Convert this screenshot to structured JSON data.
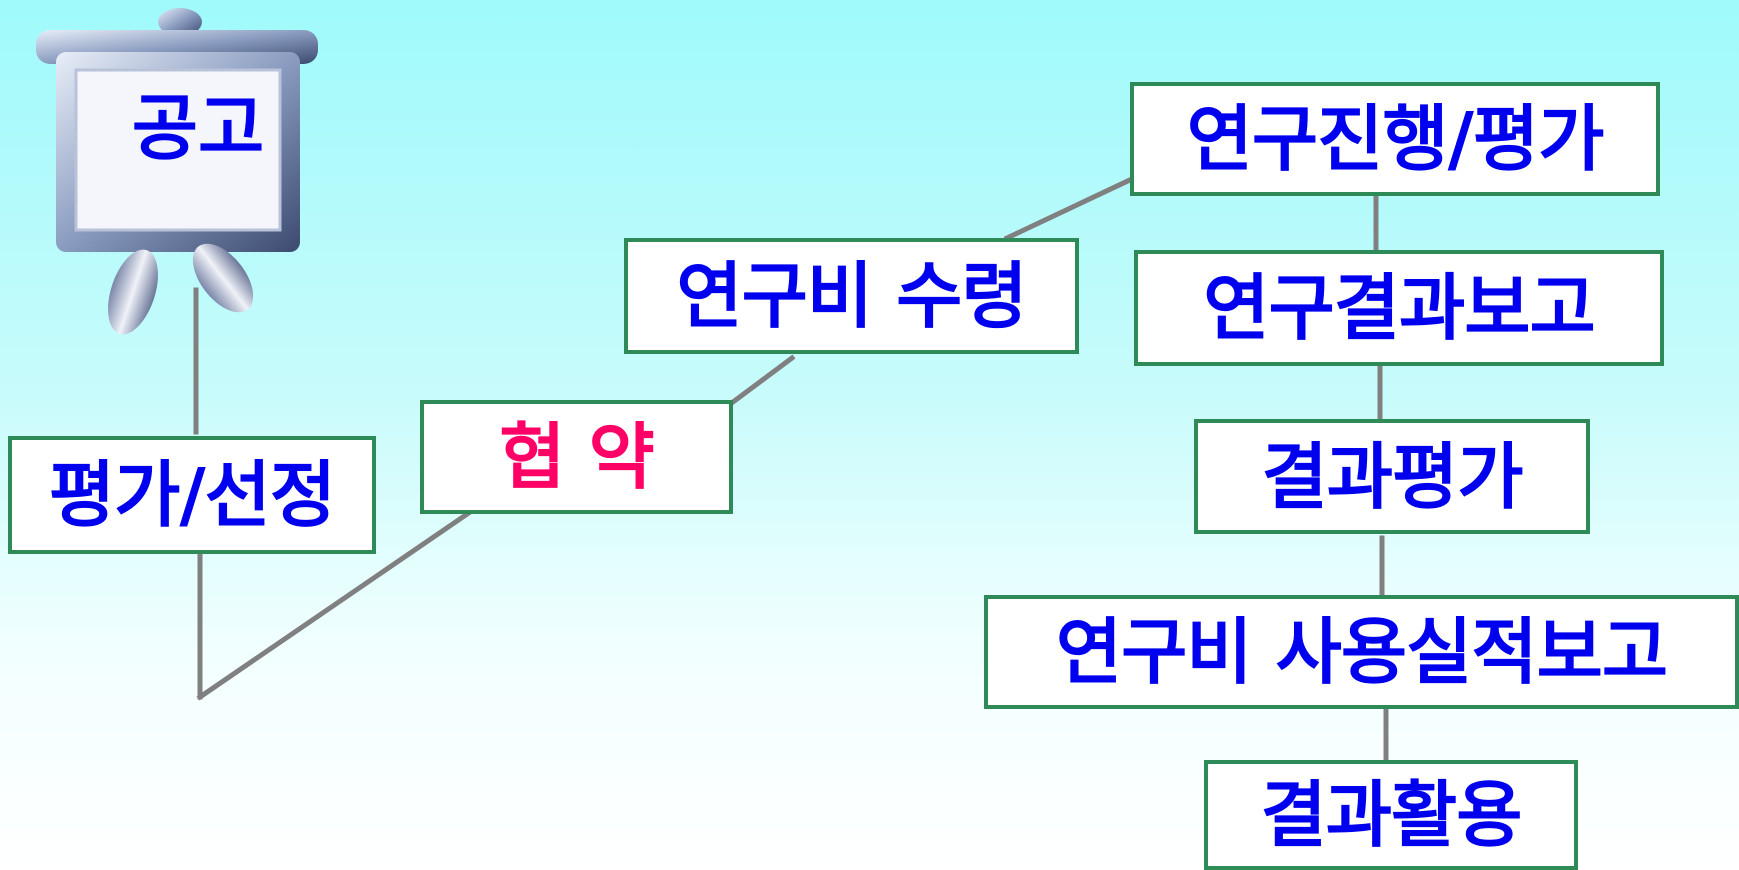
{
  "diagram": {
    "board_label": "공고",
    "steps": [
      {
        "id": "select",
        "label": "평가/선정"
      },
      {
        "id": "contract",
        "label": "협 약"
      },
      {
        "id": "funding",
        "label": "연구비 수령"
      },
      {
        "id": "progress",
        "label": "연구진행/평가"
      },
      {
        "id": "report",
        "label": "연구결과보고"
      },
      {
        "id": "evaluation",
        "label": "결과평가"
      },
      {
        "id": "expense",
        "label": "연구비 사용실적보고"
      },
      {
        "id": "utilization",
        "label": "결과활용"
      }
    ]
  },
  "colors": {
    "box_text": "#0000ee",
    "accent_text": "#ff0066",
    "box_border": "#2e8b57",
    "connector": "#808080"
  }
}
